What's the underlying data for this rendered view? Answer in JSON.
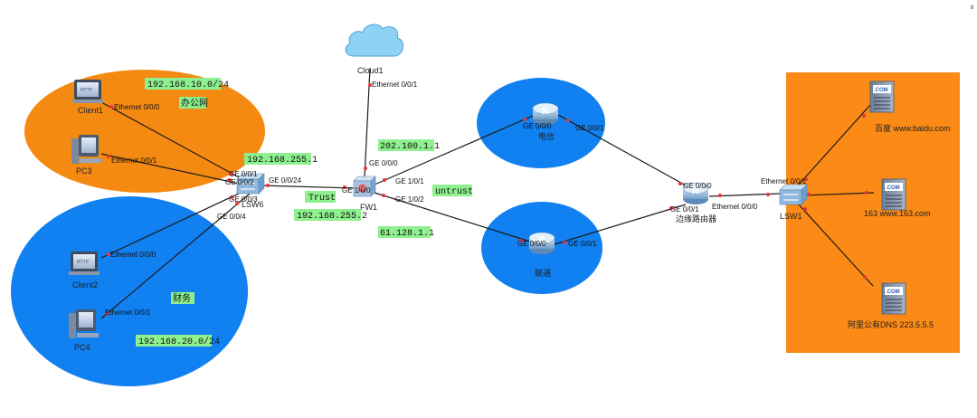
{
  "corner_mark": "8",
  "zones": {
    "office": {
      "label": "办公网",
      "color": "#f58a12"
    },
    "finance": {
      "label": "财务",
      "color": "#1180f0"
    },
    "telecom": {
      "color": "#1180f0"
    },
    "unicom": {
      "color": "#1180f0"
    },
    "servers": {
      "color": "#fb8a16"
    }
  },
  "tags": {
    "office_subnet": "192.168.10.0/24",
    "finance_subnet": "192.168.20.0/24",
    "lsw_fw_upper": "192.168.255.1",
    "lsw_fw_lower": "192.168.255.2",
    "trust": "Trust",
    "untrust": "untrust",
    "telecom_ip": "202.100.1.1",
    "unicom_ip": "61.128.1.1",
    "tag_color": "#8ef08e"
  },
  "devices": {
    "client1": "Client1",
    "pc3": "PC3",
    "client2": "Client2",
    "pc4": "PC4",
    "lsw6": "LSW6",
    "fw1": "FW1",
    "cloud1": "Cloud1",
    "telecom_router": "电信",
    "unicom_router": "联通",
    "edge_router": "边缘路由器",
    "lsw1": "LSW1",
    "server_baidu": "百度 www.baidu.com",
    "server_163": "163 www.163.com",
    "server_ali": "阿里公有DNS 223.5.5.5",
    "server_icon_text": ".COM"
  },
  "ports": {
    "client1_eth": "Ethernet 0/0/0",
    "pc3_eth": "Ethernet 0/0/1",
    "client2_eth": "Ethernet 0/0/0",
    "pc4_eth": "Ethernet 0/0/1",
    "lsw6_ge1": "GE 0/0/1",
    "lsw6_ge2": "GE 0/0/2",
    "lsw6_ge3": "GE 0/0/3",
    "lsw6_ge4": "GE 0/0/4",
    "lsw6_ge24": "GE 0/0/24",
    "fw_ge100": "GE 1/0/0",
    "fw_ge000": "GE 0/0/0",
    "fw_ge101": "GE 1/0/1",
    "fw_ge102": "GE 1/0/2",
    "cloud_eth": "Ethernet 0/0/1",
    "telecom_ge0": "GE 0/0/0",
    "telecom_ge1": "GE 0/0/1",
    "unicom_ge0": "GE 0/0/0",
    "unicom_ge1": "GE 0/0/1",
    "edge_ge0": "GE 0/0/0",
    "edge_ge1": "GE 0/0/1",
    "edge_eth": "Ethernet 0/0/0",
    "lsw1_eth": "Ethernet 0/0/1"
  }
}
